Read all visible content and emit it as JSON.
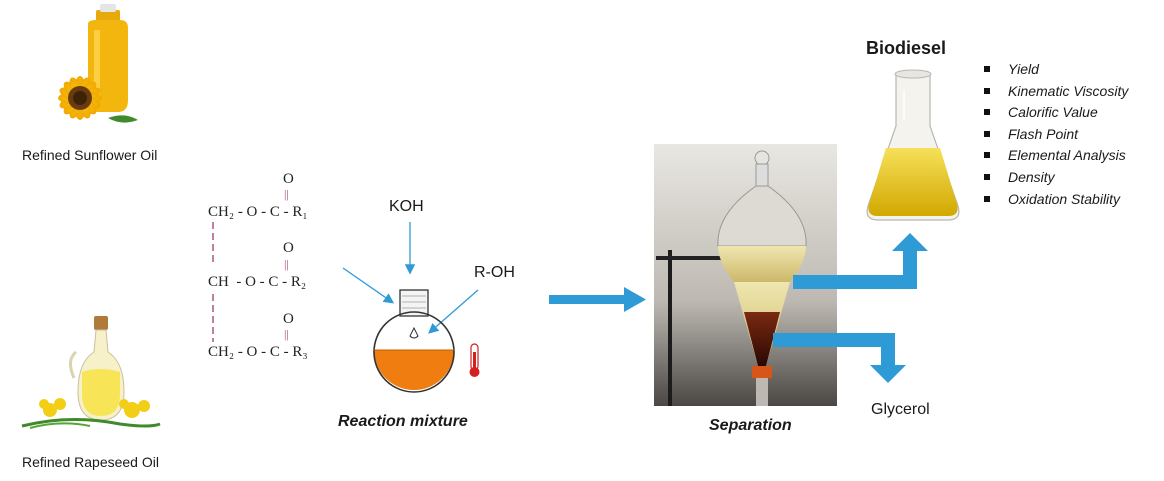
{
  "sources": {
    "sunflower_label": "Refined Sunflower Oil",
    "rapeseed_label": "Refined Rapeseed Oil"
  },
  "triglyceride": {
    "row1": "CH₂ - O - C - R₁",
    "row2": "CH  - O - C - R₂",
    "row3": "CH₂ - O - C - R₃",
    "carbonyl_o": "O",
    "double_bond": "||"
  },
  "reagents": {
    "base": "KOH",
    "alcohol": "R-OH"
  },
  "reaction": {
    "label": "Reaction mixture"
  },
  "separation": {
    "label": "Separation"
  },
  "products": {
    "biodiesel_title": "Biodiesel",
    "glycerol_label": "Glycerol",
    "properties": [
      "Yield",
      "Kinematic Viscosity",
      "Calorific Value",
      "Flash Point",
      "Elemental Analysis",
      "Density",
      "Oxidation Stability"
    ]
  },
  "colors": {
    "arrow_blue": "#2e9bd6",
    "reaction_orange": "#f07d0f",
    "biodiesel_yellow": "#e6c21a",
    "glycerol_dark": "#5a1408"
  }
}
